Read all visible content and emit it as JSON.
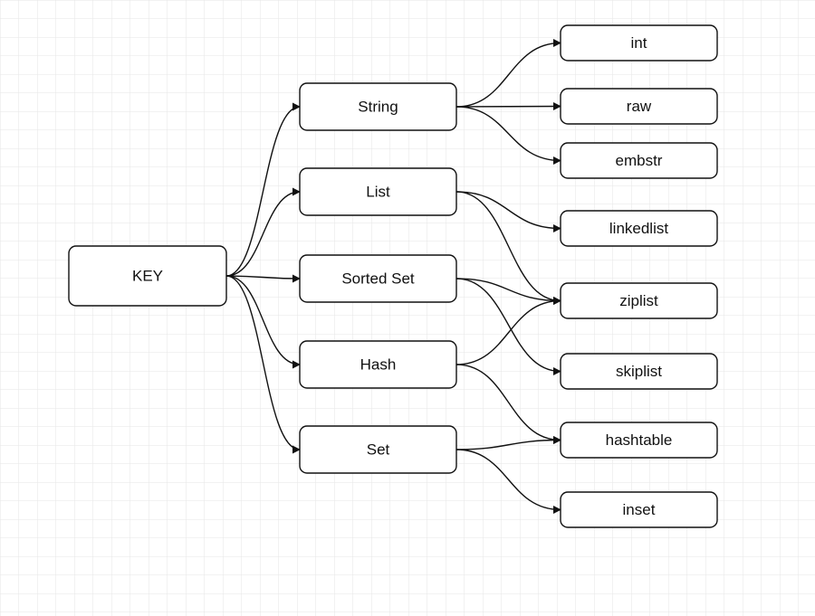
{
  "diagram": {
    "root": {
      "id": "key",
      "label": "KEY"
    },
    "types": [
      {
        "id": "string",
        "label": "String"
      },
      {
        "id": "list",
        "label": "List"
      },
      {
        "id": "sorted-set",
        "label": "Sorted Set"
      },
      {
        "id": "hash",
        "label": "Hash"
      },
      {
        "id": "set",
        "label": "Set"
      }
    ],
    "encodings": [
      {
        "id": "int",
        "label": "int"
      },
      {
        "id": "raw",
        "label": "raw"
      },
      {
        "id": "embstr",
        "label": "embstr"
      },
      {
        "id": "linkedlist",
        "label": "linkedlist"
      },
      {
        "id": "ziplist",
        "label": "ziplist"
      },
      {
        "id": "skiplist",
        "label": "skiplist"
      },
      {
        "id": "hashtable",
        "label": "hashtable"
      },
      {
        "id": "inset",
        "label": "inset"
      }
    ],
    "edges": [
      [
        "key",
        "string"
      ],
      [
        "key",
        "list"
      ],
      [
        "key",
        "sorted-set"
      ],
      [
        "key",
        "hash"
      ],
      [
        "key",
        "set"
      ],
      [
        "string",
        "int"
      ],
      [
        "string",
        "raw"
      ],
      [
        "string",
        "embstr"
      ],
      [
        "list",
        "linkedlist"
      ],
      [
        "list",
        "ziplist"
      ],
      [
        "sorted-set",
        "ziplist"
      ],
      [
        "sorted-set",
        "skiplist"
      ],
      [
        "hash",
        "ziplist"
      ],
      [
        "hash",
        "hashtable"
      ],
      [
        "set",
        "hashtable"
      ],
      [
        "set",
        "inset"
      ]
    ]
  },
  "colors": {
    "background": "#ffffff",
    "grid": "#e6e6e6",
    "stroke": "#111111",
    "node_fill": "#ffffff"
  }
}
